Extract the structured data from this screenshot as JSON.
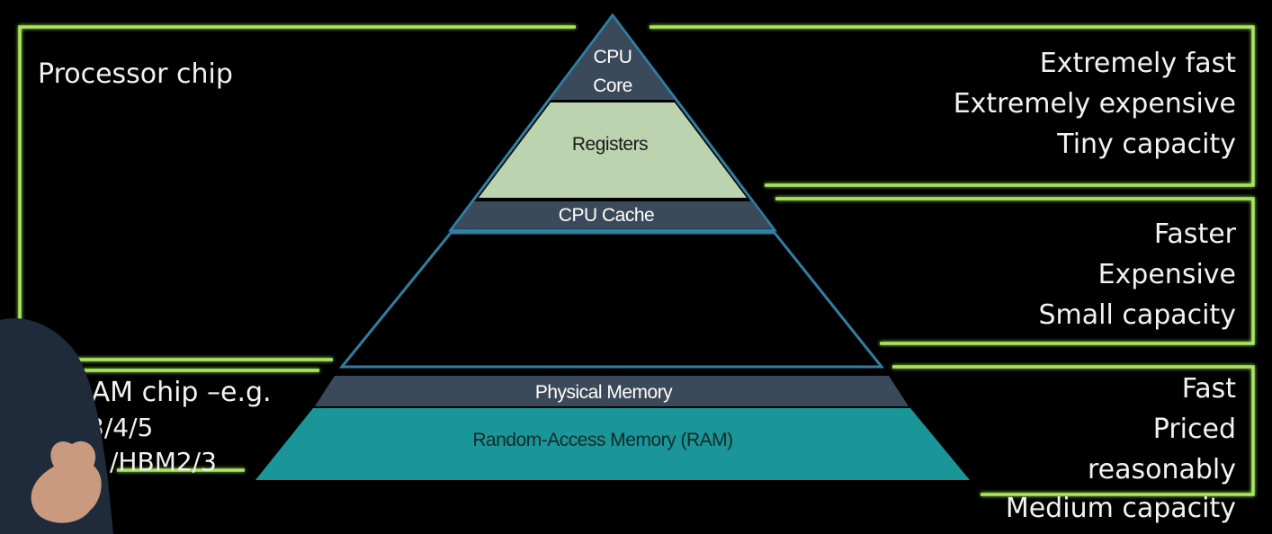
{
  "colors": {
    "background": "#000000",
    "bracket_green": "#a8e65c",
    "pyramid_outline": "#2f7fa3",
    "dark_band": "#3b4a5a",
    "registers_fill": "#bcd3b0",
    "ram_fill": "#1a9698",
    "text_light": "#f2f2f2"
  },
  "pyramid": {
    "cpu_core_line1": "CPU",
    "cpu_core_line2": "Core",
    "registers": "Registers",
    "cpu_cache": "CPU Cache",
    "physical_memory": "Physical Memory",
    "ram": "Random-Access Memory (RAM)"
  },
  "left": {
    "processor_chip": "Processor chip",
    "ram_chip_line1": "RAM chip –e.g.",
    "ram_chip_line2": "3/4/5",
    "ram_chip_line3": "/HBM2/3"
  },
  "right": {
    "tier1": [
      "Extremely fast",
      "Extremely expensive",
      "Tiny capacity"
    ],
    "tier2": [
      "Faster",
      "Expensive",
      "Small capacity"
    ],
    "tier3": [
      "Fast",
      "Priced",
      "reasonably",
      "Medium capacity"
    ]
  }
}
